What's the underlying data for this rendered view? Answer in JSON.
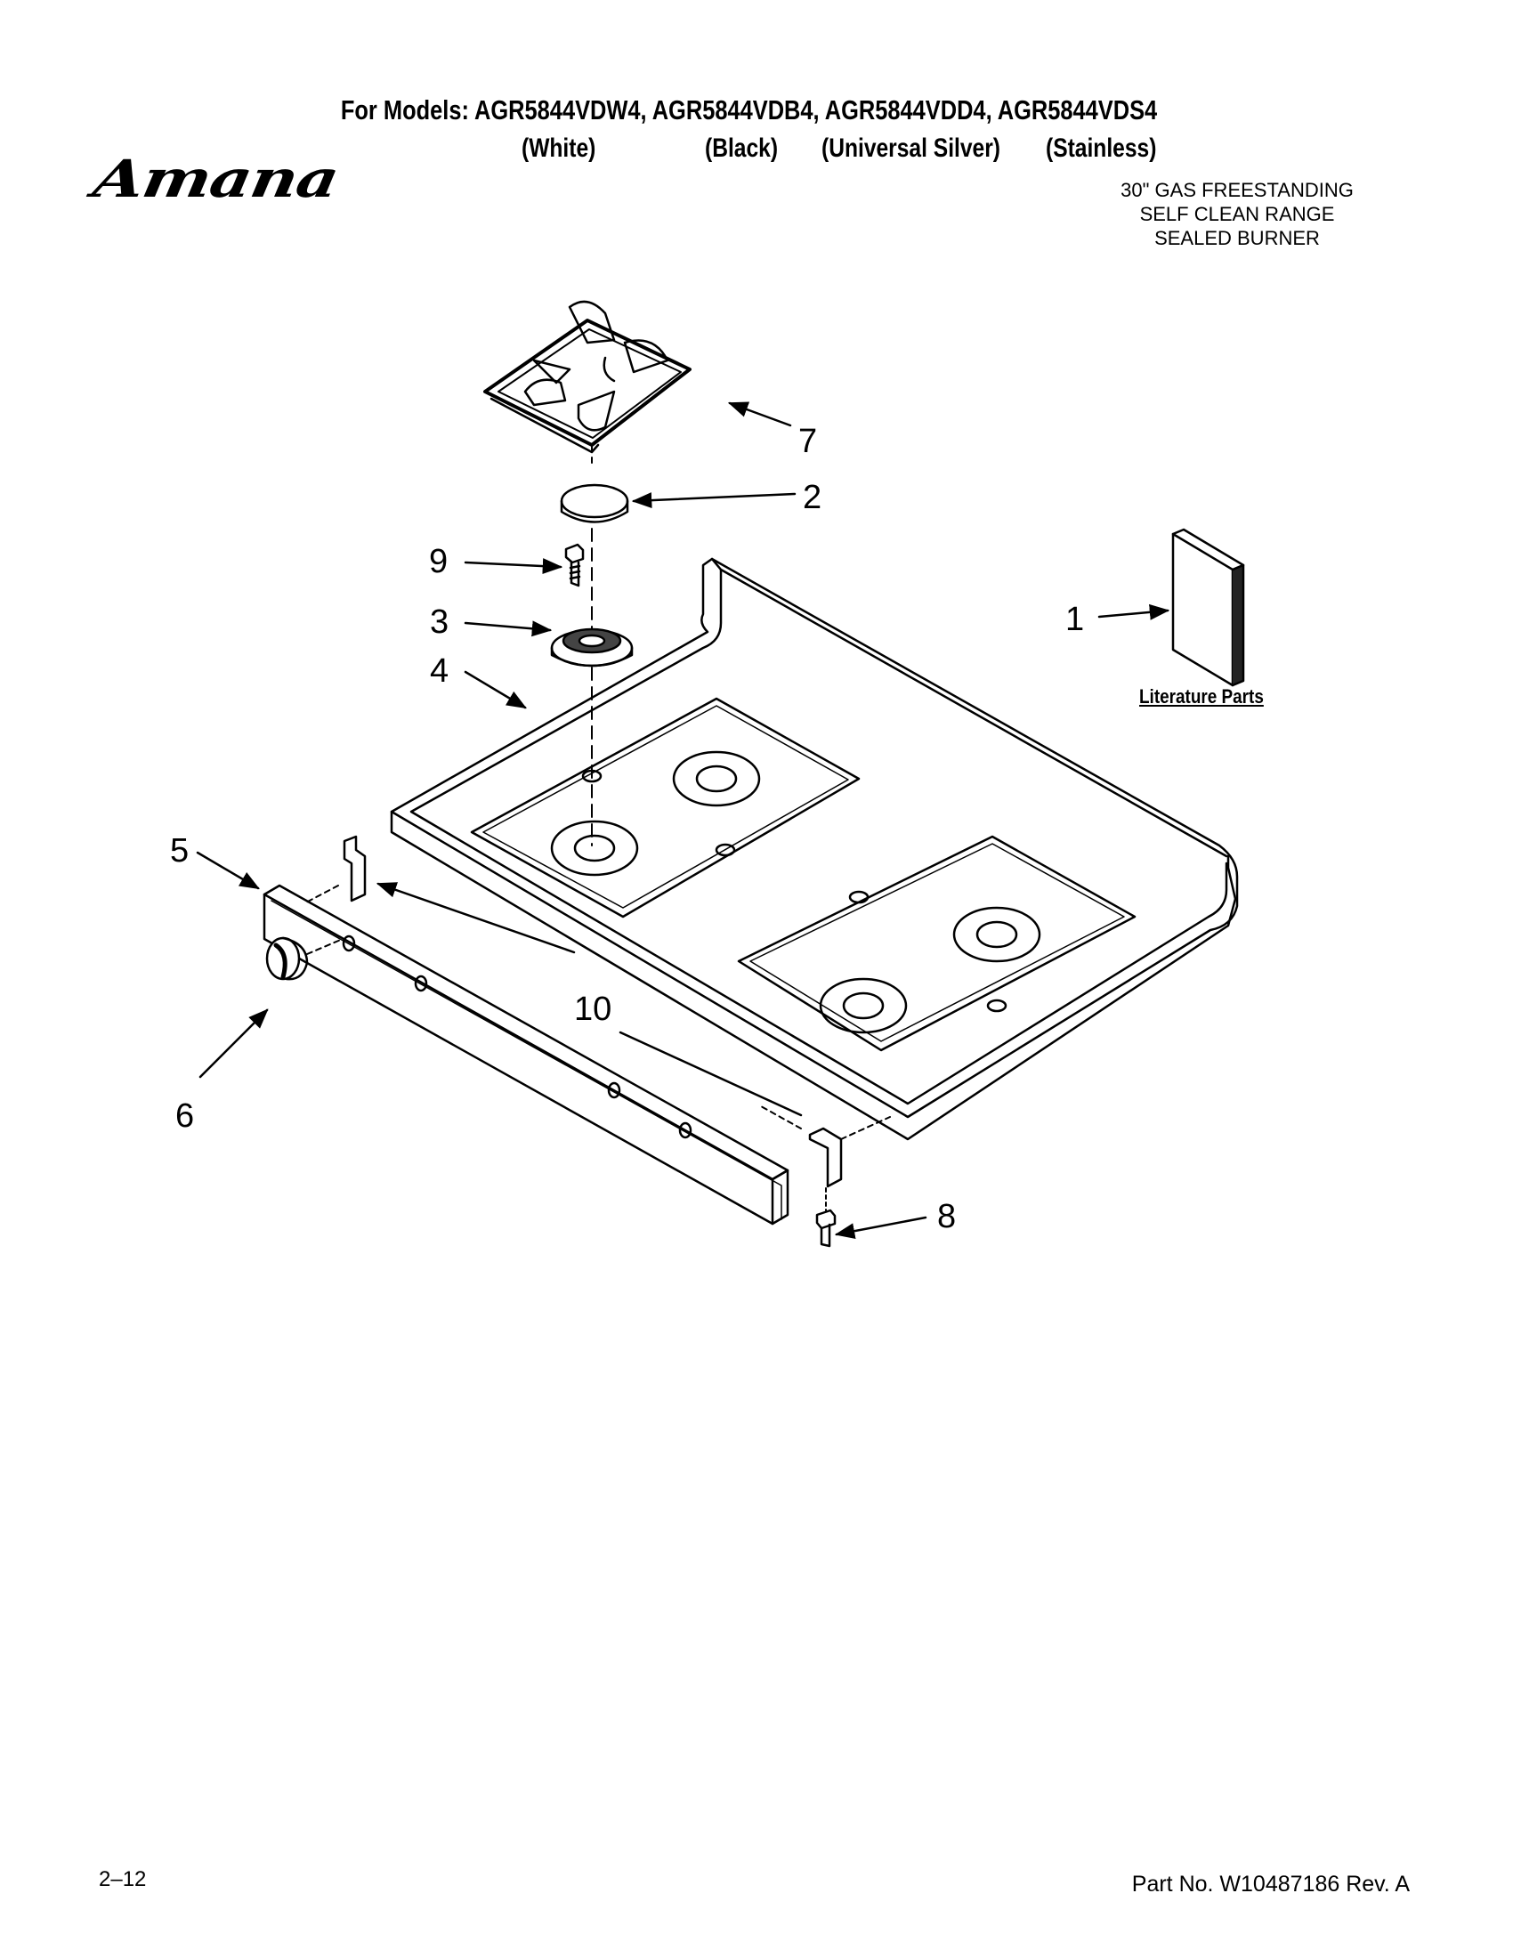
{
  "header": {
    "models_line": "For Models: AGR5844VDW4, AGR5844VDB4, AGR5844VDD4, AGR5844VDS4",
    "colors": [
      "(White)",
      "(Black)",
      "(Universal Silver)",
      "(Stainless)"
    ]
  },
  "brand": {
    "logo_text": "Amana"
  },
  "product_description": [
    "30\" GAS FREESTANDING",
    "SELF CLEAN RANGE",
    "SEALED BURNER"
  ],
  "diagram": {
    "callouts": [
      "7",
      "2",
      "9",
      "3",
      "4",
      "1",
      "5",
      "10",
      "6",
      "8"
    ],
    "literature_label": "Literature Parts"
  },
  "footer": {
    "page": "2–12",
    "part_number": "Part No. W10487186 Rev. A"
  }
}
